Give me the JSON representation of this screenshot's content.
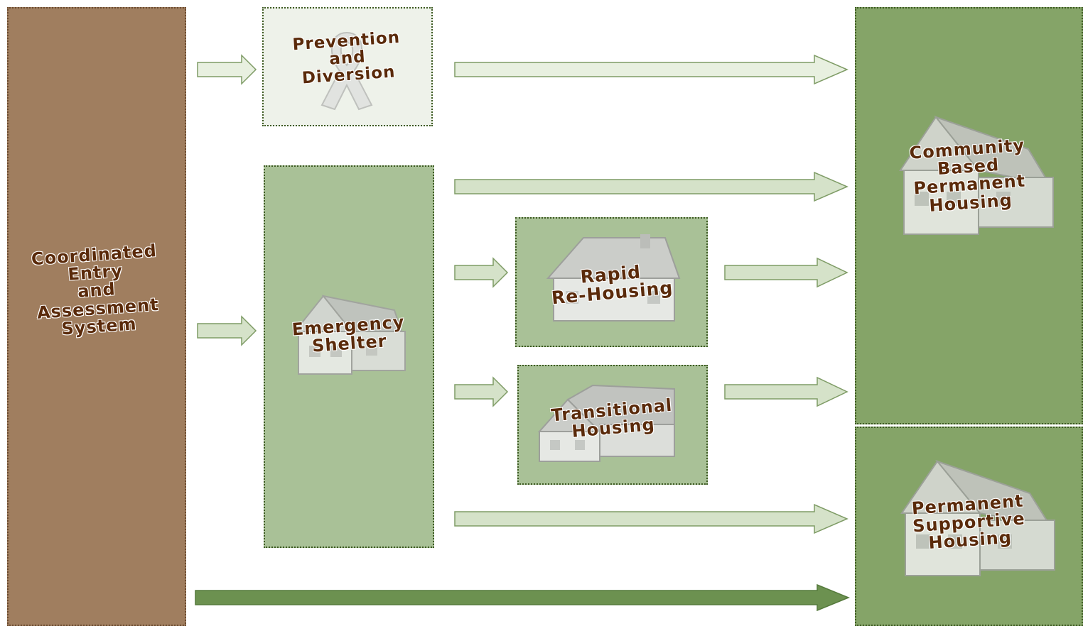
{
  "colors": {
    "entry_fill": "#a07e5f",
    "prevention_fill": "#eef2ea",
    "light_green": "#a9c197",
    "mid_green": "#a9c197",
    "dark_green": "#85a468",
    "arrow_light": "#d5e2c9",
    "arrow_dark": "#6c9150",
    "text": "#5a2a0a"
  },
  "entry": {
    "lines": [
      "Coordinated",
      "Entry",
      "and",
      "Assessment",
      "System"
    ]
  },
  "prevention": {
    "lines": [
      "Prevention",
      "and",
      "Diversion"
    ],
    "icon": "ribbon-icon"
  },
  "shelter": {
    "lines": [
      "Emergency",
      "Shelter"
    ],
    "icon": "house-icon"
  },
  "rapid": {
    "lines": [
      "Rapid",
      "Re-Housing"
    ],
    "icon": "house-icon"
  },
  "transitional": {
    "lines": [
      "Transitional",
      "Housing"
    ],
    "icon": "house-icon"
  },
  "community": {
    "lines": [
      "Community",
      "Based",
      "Permanent",
      "Housing"
    ],
    "icon": "house-icon"
  },
  "supportive": {
    "lines": [
      "Permanent",
      "Supportive",
      "Housing"
    ],
    "icon": "house-icon"
  }
}
